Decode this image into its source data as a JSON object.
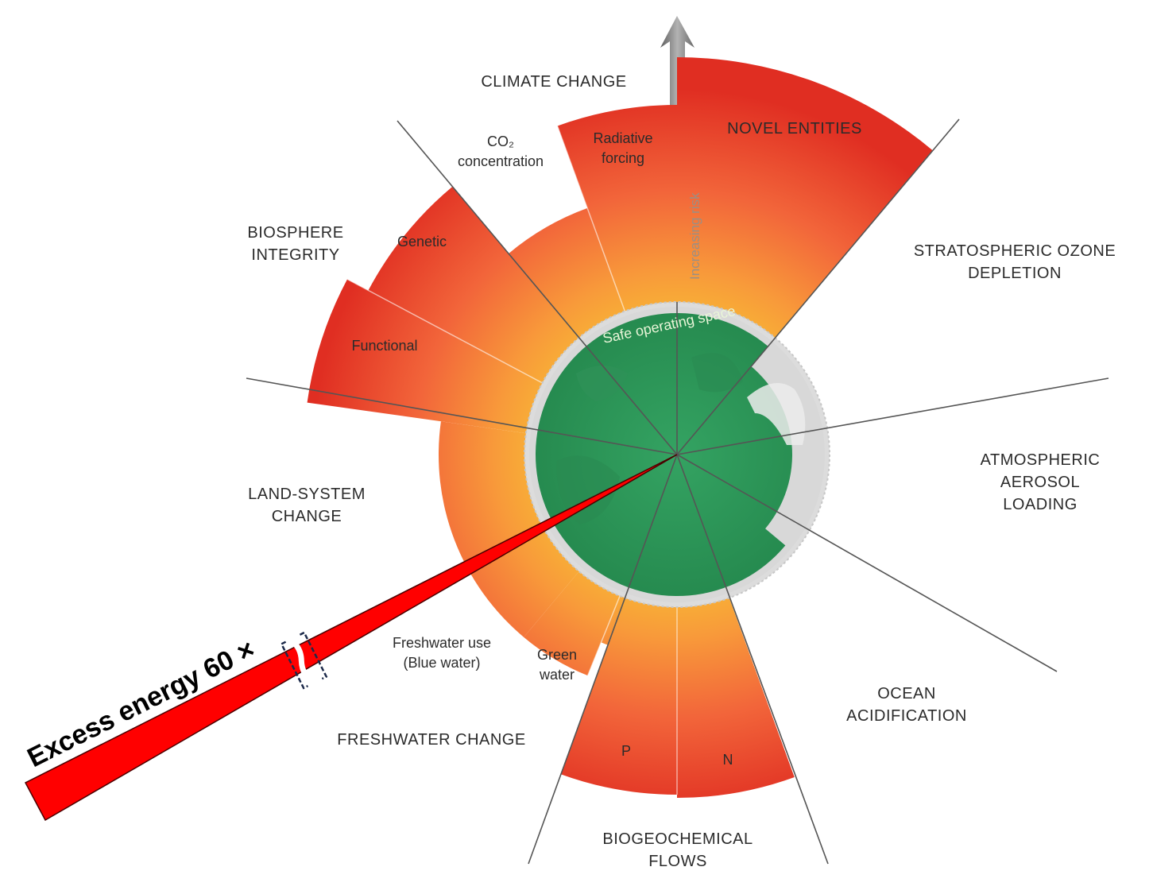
{
  "categories": {
    "climate_change": "CLIMATE CHANGE",
    "novel_entities": "NOVEL ENTITIES",
    "stratospheric_ozone": [
      "STRATOSPHERIC OZONE",
      "DEPLETION"
    ],
    "atmospheric_aerosol": [
      "ATMOSPHERIC",
      "AEROSOL",
      "LOADING"
    ],
    "ocean_acidification": [
      "OCEAN",
      "ACIDIFICATION"
    ],
    "biogeochemical_flows": [
      "BIOGEOCHEMICAL",
      "FLOWS"
    ],
    "freshwater_change": "FRESHWATER CHANGE",
    "land_system_change": [
      "LAND-SYSTEM",
      "CHANGE"
    ],
    "biosphere_integrity": [
      "BIOSPHERE",
      "INTEGRITY"
    ]
  },
  "sublabels": {
    "co2": [
      "CO₂",
      "concentration"
    ],
    "radiative_forcing": [
      "Radiative",
      "forcing"
    ],
    "genetic": "Genetic",
    "functional": "Functional",
    "blue_water": [
      "Freshwater use",
      "(Blue water)"
    ],
    "green_water": [
      "Green",
      "water"
    ],
    "p": "P",
    "n": "N"
  },
  "center": {
    "safe_operating_space": "Safe operating space",
    "increasing_risk": "Increasing risk"
  },
  "overlay": {
    "excess_energy": "Excess energy 60 ×"
  },
  "colors": {
    "safe_green": "#2e9e5c",
    "danger_red": "#e03a22",
    "uncertainty_orange": "#f58a3c",
    "zone_yellow": "#f5b335",
    "excess_red": "#ff0000"
  }
}
